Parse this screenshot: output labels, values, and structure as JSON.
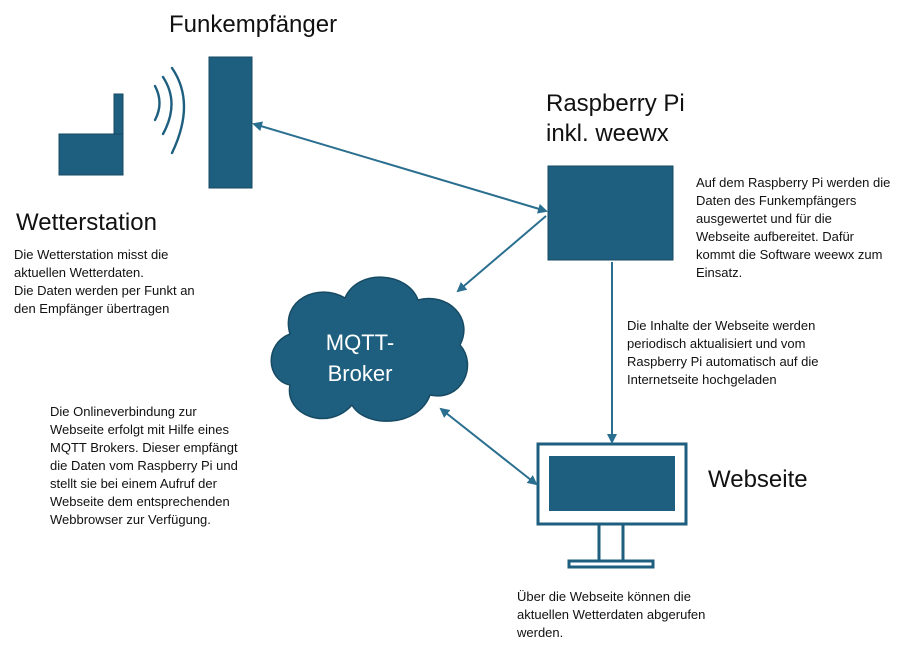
{
  "colors": {
    "shape_fill": "#1e5f7f",
    "shape_stroke": "#174a63",
    "arrow": "#2a6f8f",
    "background": "#ffffff"
  },
  "labels": {
    "receiver": "Funkempfänger",
    "raspberry_line1": "Raspberry Pi",
    "raspberry_line2": "inkl. weewx",
    "station": "Wetterstation",
    "website": "Webseite",
    "broker_line1": "MQTT-",
    "broker_line2": "Broker"
  },
  "texts": {
    "station_desc": [
      "Die Wetterstation misst die",
      "aktuellen Wetterdaten.",
      "Die Daten werden per Funkt an",
      "den Empfänger übertragen"
    ],
    "raspberry_desc": [
      "Auf dem Raspberry Pi werden die",
      "Daten des Funkempfängers",
      "ausgewertet und für die",
      "Webseite aufbereitet. Dafür",
      "kommt die Software weewx zum",
      "Einsatz."
    ],
    "upload_desc": [
      "Die Inhalte der Webseite  werden",
      "periodisch aktualisiert und vom",
      "Raspberry Pi automatisch auf die",
      "Internetseite hochgeladen"
    ],
    "broker_desc": [
      "Die Onlineverbindung zur",
      "Webseite erfolgt mit Hilfe eines",
      "MQTT Brokers. Dieser empfängt",
      "die Daten vom Raspberry Pi und",
      "stellt sie bei einem Aufruf der",
      "Webseite dem entsprechenden",
      "Webbrowser zur Verfügung."
    ],
    "website_desc": [
      "Über die Webseite können die",
      "aktuellen Wetterdaten abgerufen",
      "werden."
    ]
  }
}
